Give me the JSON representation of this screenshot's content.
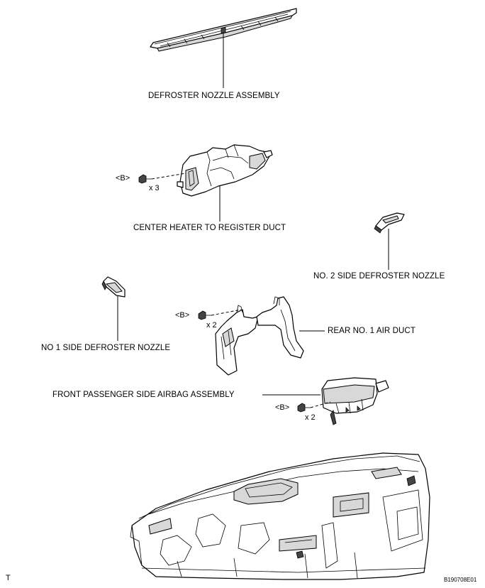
{
  "labels": {
    "defroster_nozzle": "DEFROSTER NOZZLE ASSEMBLY",
    "center_heater_duct": "CENTER HEATER TO REGISTER DUCT",
    "no2_side_defroster": "NO. 2 SIDE DEFROSTER NOZZLE",
    "rear_no1_air_duct": "REAR NO. 1 AIR DUCT",
    "no1_side_defroster": "NO  1 SIDE DEFROSTER NOZZLE",
    "front_passenger_airbag": "FRONT PASSENGER SIDE AIRBAG ASSEMBLY"
  },
  "fasteners": {
    "center_duct": {
      "ref": "<B>",
      "qty": "x 3"
    },
    "air_duct": {
      "ref": "<B>",
      "qty": "x 2"
    },
    "airbag": {
      "ref": "<B>",
      "qty": "x 2"
    }
  },
  "corner_marks": {
    "left": "T",
    "figure_id": "B190708E01"
  }
}
